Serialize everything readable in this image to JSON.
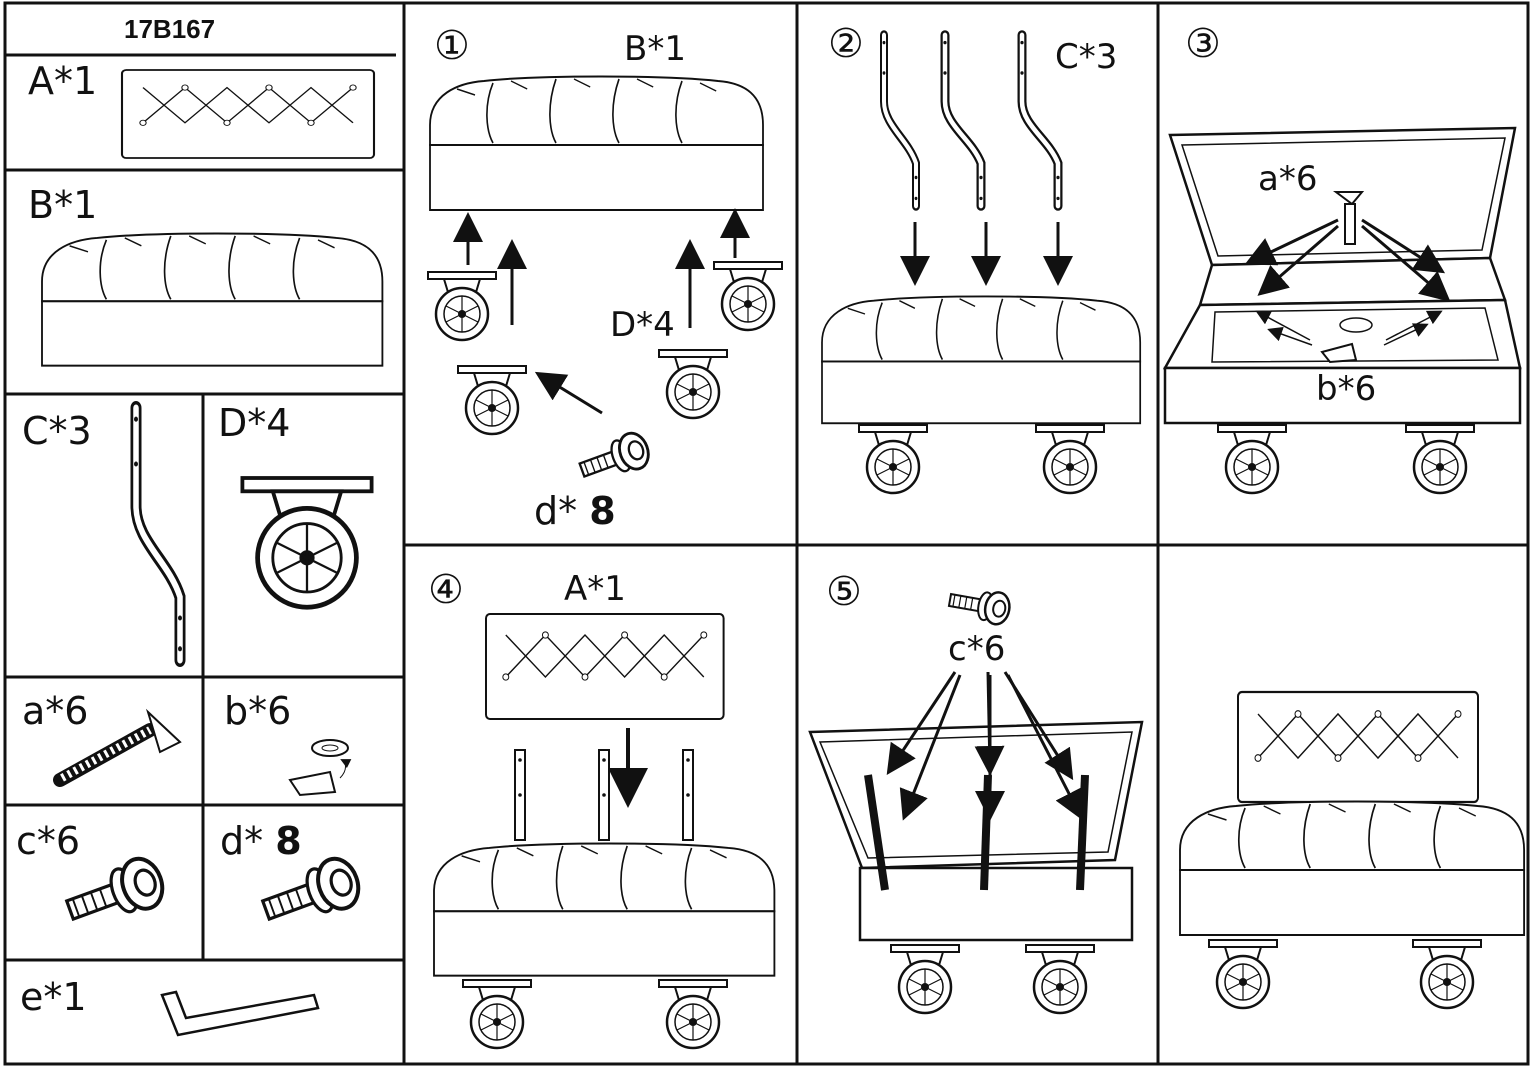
{
  "title": "17B167",
  "parts": {
    "A": {
      "label": "A*1"
    },
    "B": {
      "label": "B*1"
    },
    "C": {
      "label": "C*3"
    },
    "D": {
      "label": "D*4"
    },
    "a": {
      "label": "a*6"
    },
    "b": {
      "label": "b*6"
    },
    "c": {
      "label": "c*6"
    },
    "d": {
      "label_prefix": "d*",
      "label_count": "8"
    },
    "e": {
      "label": "e*1"
    }
  },
  "steps": {
    "s1": {
      "number": "①",
      "part_label": "B*1",
      "caster_label": "D*4",
      "bolt_prefix": "d*",
      "bolt_count": "8"
    },
    "s2": {
      "number": "②",
      "part_label": "C*3"
    },
    "s3": {
      "number": "③",
      "screw_label": "a*6",
      "nut_label": "b*6"
    },
    "s4": {
      "number": "④",
      "part_label": "A*1"
    },
    "s5": {
      "number": "⑤",
      "bolt_label": "c*6"
    }
  },
  "colors": {
    "ink": "#111111",
    "background": "#ffffff"
  }
}
